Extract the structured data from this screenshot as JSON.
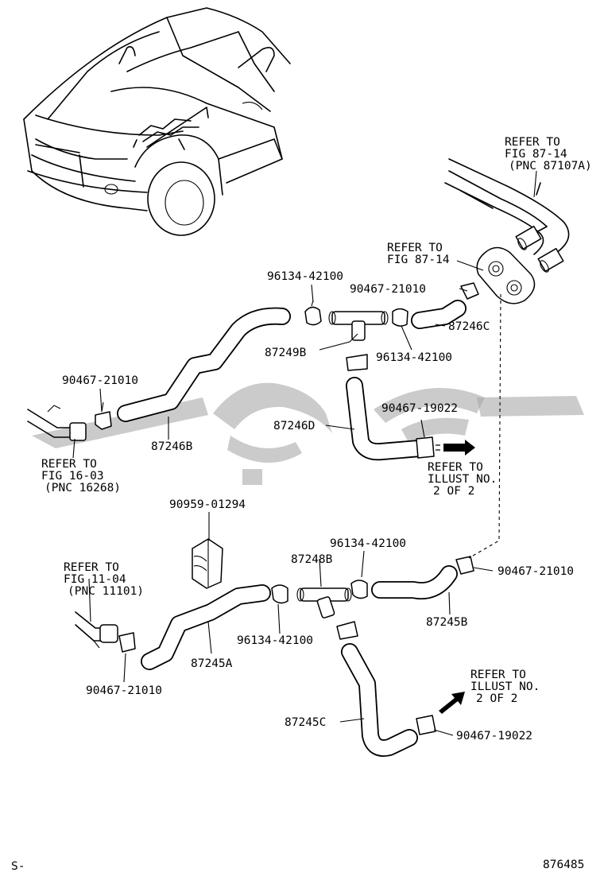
{
  "diagram": {
    "part_numbers": {
      "p_87246B": "87246B",
      "p_87246C": "87246C",
      "p_87246D": "87246D",
      "p_87249B": "87249B",
      "p_87248B": "87248B",
      "p_87245A": "87245A",
      "p_87245B": "87245B",
      "p_87245C": "87245C",
      "clamp_96134_a": "96134-42100",
      "clamp_96134_b": "96134-42100",
      "clamp_96134_c": "96134-42100",
      "clamp_96134_d": "96134-42100",
      "clip_90467_21010_a": "90467-21010",
      "clip_90467_21010_b": "90467-21010",
      "clip_90467_21010_c": "90467-21010",
      "clip_90467_21010_d": "90467-21010",
      "clip_90467_19022_a": "90467-19022",
      "clip_90467_19022_b": "90467-19022",
      "clamp_90959": "90959-01294"
    },
    "refer_notes": {
      "fig_87_14_pnc": [
        "REFER TO",
        "FIG 87-14",
        "(PNC 87107A)"
      ],
      "fig_87_14": [
        "REFER TO",
        "FIG 87-14"
      ],
      "fig_16_03": [
        "REFER TO",
        "FIG 16-03",
        "(PNC 16268)"
      ],
      "illust_upper": [
        "REFER TO",
        "ILLUST NO.",
        "2 OF 2"
      ],
      "fig_11_04": [
        "REFER TO",
        "FIG 11-04",
        "(PNC 11101)"
      ],
      "illust_lower": [
        "REFER TO",
        "ILLUST NO.",
        "2 OF 2"
      ]
    },
    "footer": {
      "left_code": "S-",
      "illustration_number": "876485"
    }
  }
}
